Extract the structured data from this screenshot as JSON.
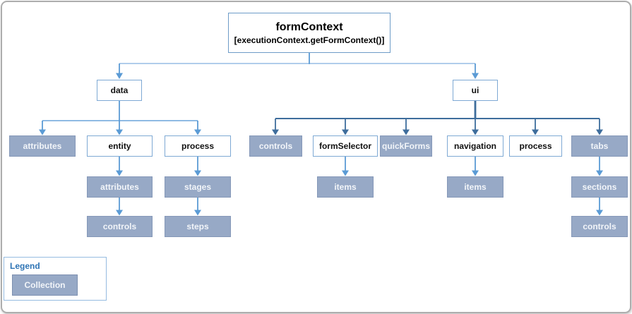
{
  "root": {
    "label": "formContext",
    "sublabel": "[executionContext.getFormContext()]"
  },
  "data": {
    "label": "data",
    "children": [
      {
        "label": "attributes",
        "type": "collection"
      },
      {
        "label": "entity",
        "type": "object",
        "children": [
          {
            "label": "attributes",
            "type": "collection",
            "children": [
              {
                "label": "controls",
                "type": "collection"
              }
            ]
          }
        ]
      },
      {
        "label": "process",
        "type": "object",
        "children": [
          {
            "label": "stages",
            "type": "collection",
            "children": [
              {
                "label": "steps",
                "type": "collection"
              }
            ]
          }
        ]
      }
    ]
  },
  "ui": {
    "label": "ui",
    "children": [
      {
        "label": "controls",
        "type": "collection"
      },
      {
        "label": "formSelector",
        "type": "object",
        "children": [
          {
            "label": "items",
            "type": "collection"
          }
        ]
      },
      {
        "label": "quickForms",
        "type": "collection"
      },
      {
        "label": "navigation",
        "type": "object",
        "children": [
          {
            "label": "items",
            "type": "collection"
          }
        ]
      },
      {
        "label": "process",
        "type": "object"
      },
      {
        "label": "tabs",
        "type": "collection",
        "children": [
          {
            "label": "sections",
            "type": "collection",
            "children": [
              {
                "label": "controls",
                "type": "collection"
              }
            ]
          }
        ]
      }
    ]
  },
  "legend": {
    "title": "Legend",
    "item_label": "Collection"
  },
  "colors": {
    "collection_fill": "#97A9C6",
    "collection_border": "#8598B8",
    "object_border": "#7EA9D4",
    "line_light": "#A5C6E8",
    "line_medium": "#5B9BD5",
    "line_data_horizontal": "#7FB0DF",
    "line_dark": "#3E6D9C",
    "legend_title_color": "#2E74B5",
    "frame_border": "#ADADAD"
  }
}
